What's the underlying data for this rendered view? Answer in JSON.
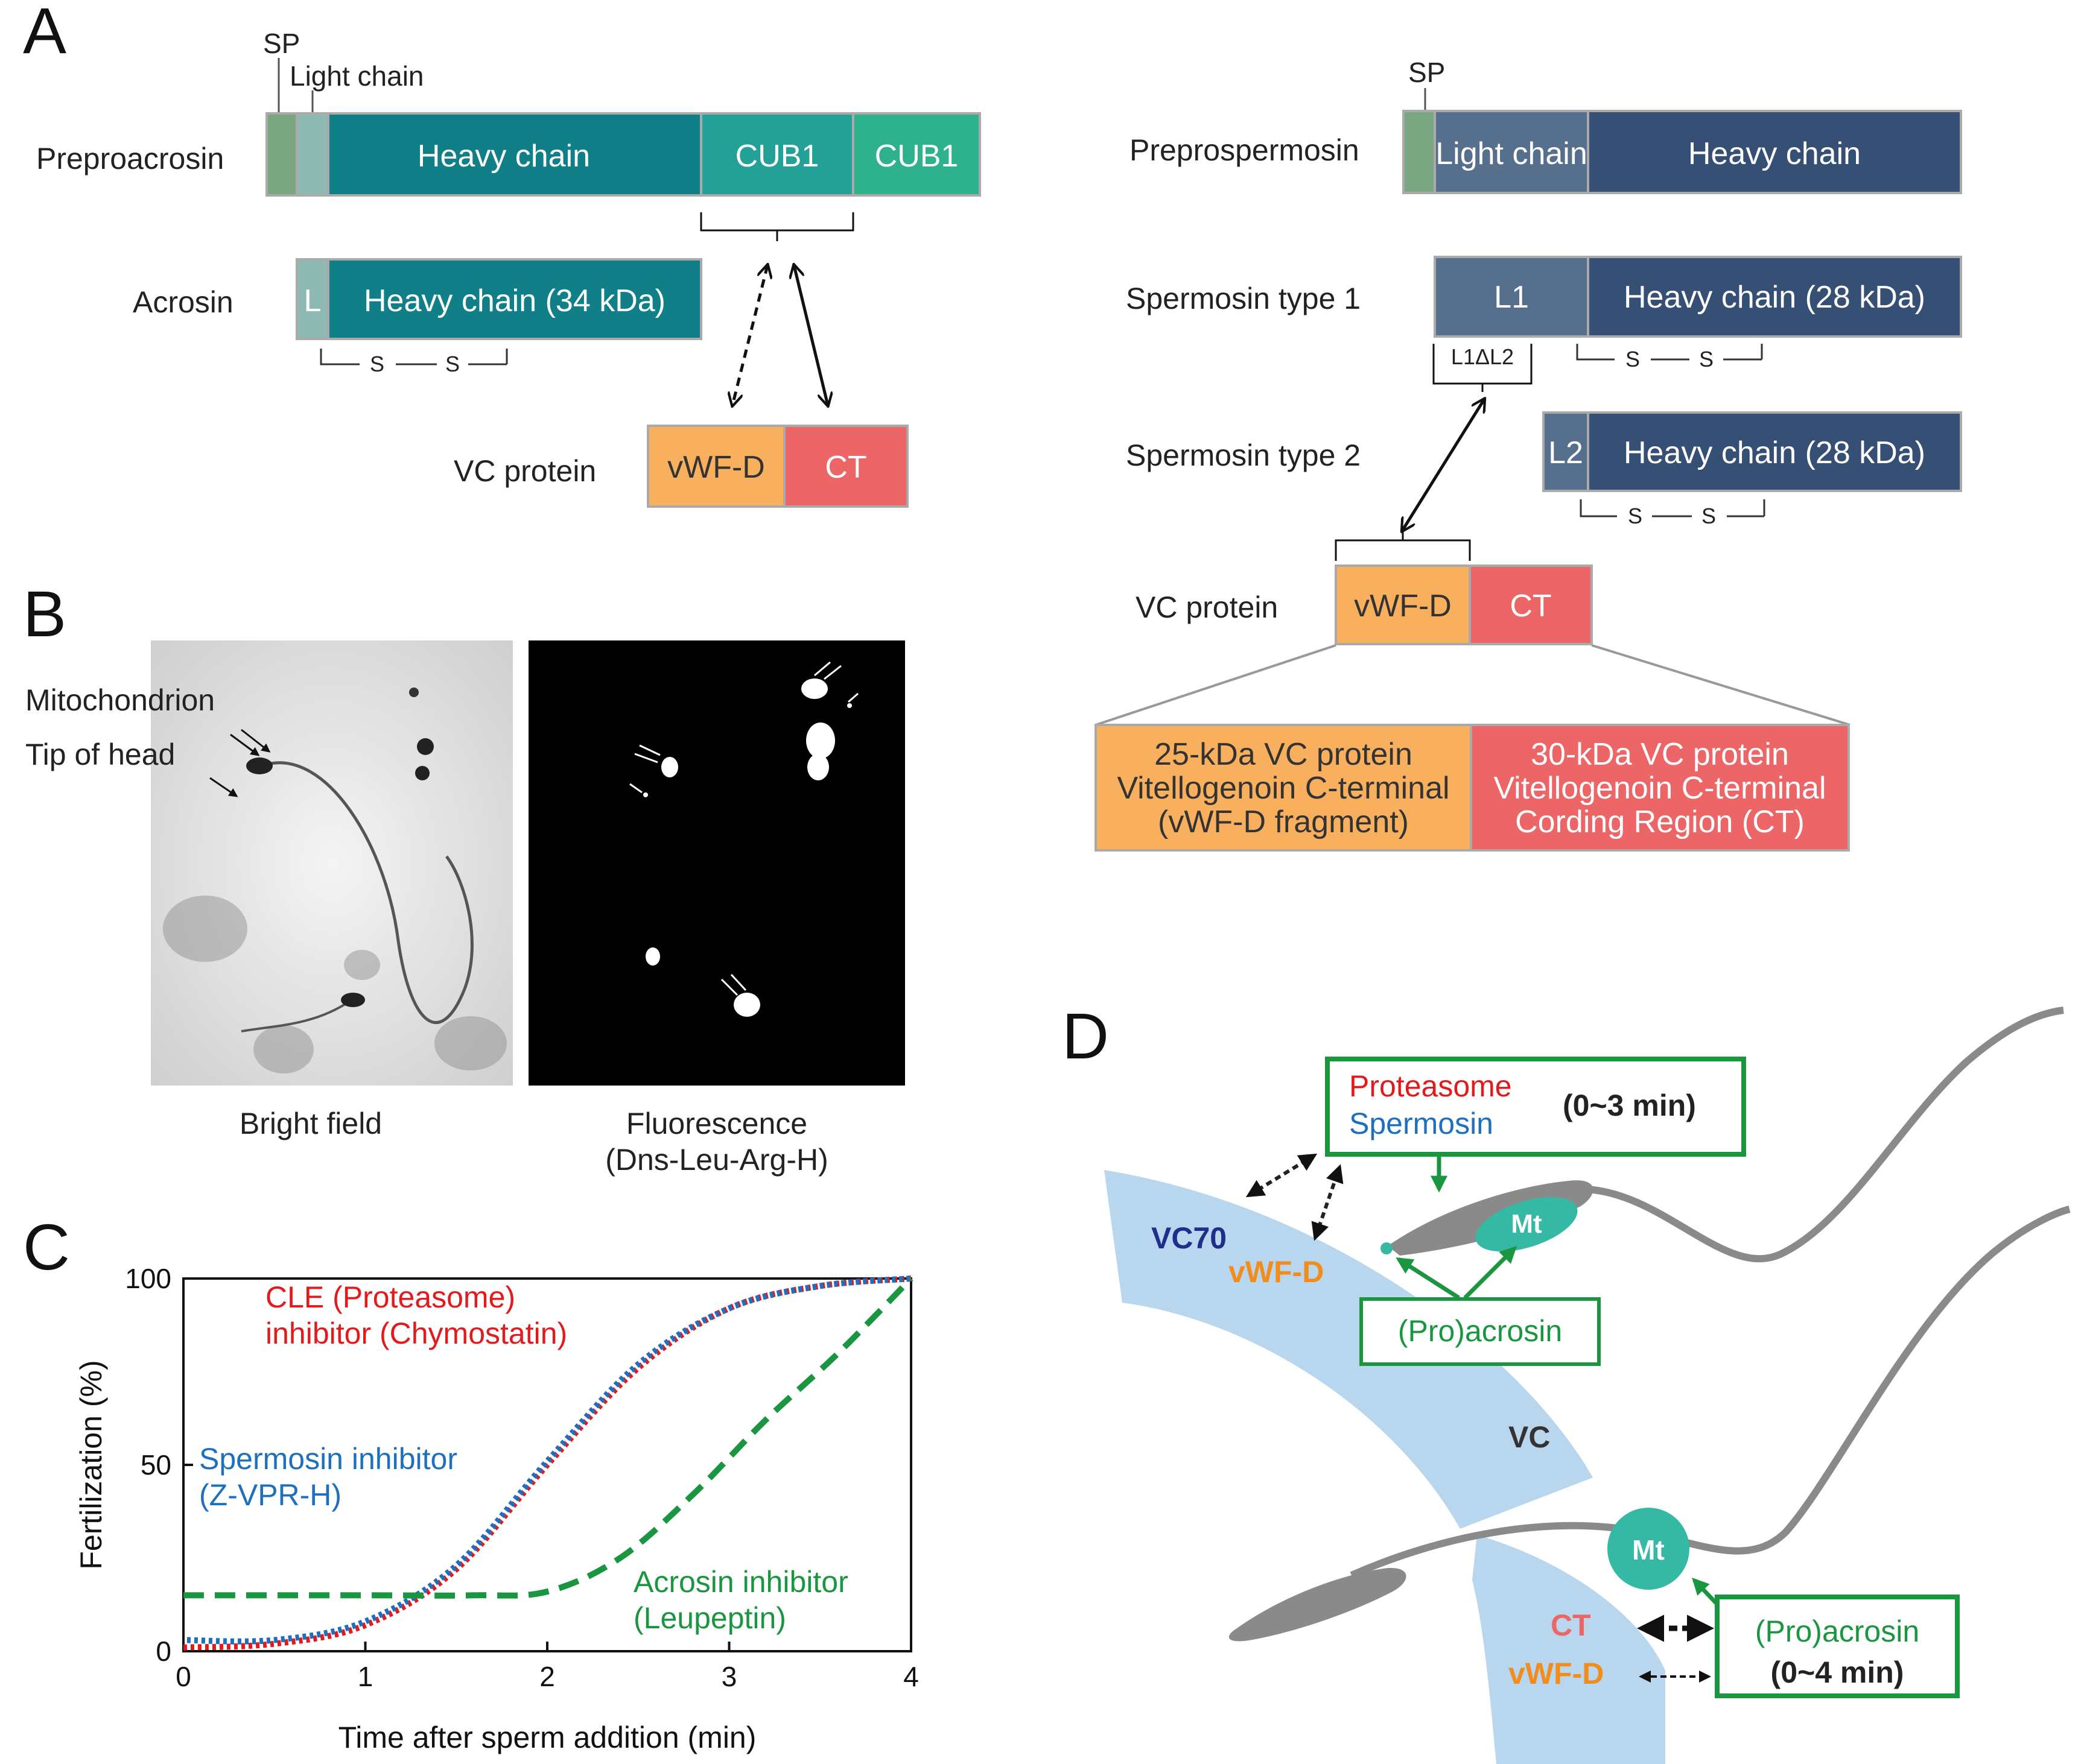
{
  "panel_labels": {
    "a": "A",
    "b": "B",
    "c": "C",
    "d": "D"
  },
  "panel_a": {
    "sp": "SP",
    "light_chain_label": "Light chain",
    "preproacrosin": {
      "name": "Preproacrosin",
      "heavy": "Heavy chain",
      "cub1_a": "CUB1",
      "cub1_b": "CUB1"
    },
    "acrosin": {
      "name": "Acrosin",
      "l": "L",
      "heavy": "Heavy chain (34 kDa)",
      "s1": "S",
      "s2": "S"
    },
    "vc_left": {
      "name": "VC protein",
      "vwfd": "vWF-D",
      "ct": "CT"
    },
    "prepro_spermosin": {
      "name": "Preprospermosin",
      "sp": "SP",
      "light": "Light chain",
      "heavy": "Heavy chain"
    },
    "spermosin1": {
      "name": "Spermosin type 1",
      "l1": "L1",
      "heavy": "Heavy chain (28 kDa)",
      "delta": "L1ΔL2",
      "s1": "S",
      "s2": "S"
    },
    "spermosin2": {
      "name": "Spermosin type 2",
      "l2": "L2",
      "heavy": "Heavy chain (28 kDa)",
      "s1": "S",
      "s2": "S"
    },
    "vc_right": {
      "name": "VC protein",
      "vwfd": "vWF-D",
      "ct": "CT",
      "frag25": [
        "25-kDa VC protein",
        "Vitellogenoin C-terminal",
        "(vWF-D fragment)"
      ],
      "frag30": [
        "30-kDa VC protein",
        "Vitellogenoin C-terminal",
        "Cording Region (CT)"
      ]
    }
  },
  "panel_b": {
    "mito": "Mitochondrion",
    "tip": "Tip of head",
    "bright": "Bright field",
    "fluor": "Fluorescence",
    "fluor2": "(Dns-Leu-Arg-H)"
  },
  "chart_data": {
    "type": "line",
    "xlabel": "Time after sperm addition (min)",
    "ylabel": "Fertilization (%)",
    "xlim": [
      0,
      4
    ],
    "ylim": [
      0,
      100
    ],
    "xticks": [
      "0",
      "1",
      "2",
      "3",
      "4"
    ],
    "yticks": [
      "0",
      "50",
      "100"
    ],
    "series": [
      {
        "name": "CLE (Proteasome) inhibitor (Chymostatin)",
        "color": "#e31a1c",
        "x": [
          0,
          0.5,
          1.0,
          1.5,
          2.0,
          2.5,
          3.0,
          3.5,
          4.0
        ],
        "y": [
          1,
          2,
          7,
          22,
          50,
          76,
          92,
          98,
          100
        ]
      },
      {
        "name": "Spermosin inhibitor (Z-VPR-H)",
        "color": "#1f6fbf",
        "x": [
          0,
          0.5,
          1.0,
          1.5,
          2.0,
          2.5,
          3.0,
          3.5,
          4.0
        ],
        "y": [
          3,
          3,
          8,
          23,
          51,
          77,
          92,
          98,
          100
        ]
      },
      {
        "name": "Acrosin inhibitor (Leupeptin)",
        "color": "#1a9641",
        "x": [
          0,
          1.0,
          1.6,
          2.0,
          2.4,
          2.8,
          3.2,
          3.6,
          4.0
        ],
        "y": [
          15,
          15,
          15,
          16,
          25,
          42,
          62,
          80,
          100
        ]
      }
    ],
    "annotations": [
      {
        "lines": [
          "CLE (Proteasome)",
          "inhibitor (Chymostatin)"
        ],
        "color": "#e31a1c"
      },
      {
        "lines": [
          "Spermosin inhibitor",
          "(Z-VPR-H)"
        ],
        "color": "#1f6fbf"
      },
      {
        "lines": [
          "Acrosin inhibitor",
          "(Leupeptin)"
        ],
        "color": "#1a9641"
      }
    ]
  },
  "panel_d": {
    "proteasome": "Proteasome",
    "spermosin": "Spermosin",
    "time1": "(0~3 min)",
    "vc70": "VC70",
    "vwfd1": "vWF-D",
    "mt1": "Mt",
    "proacrosin1": "(Pro)acrosin",
    "vc": "VC",
    "mt2": "Mt",
    "ct": "CT",
    "vwfd2": "vWF-D",
    "proacrosin2": "(Pro)acrosin",
    "time2": "(0~4 min)"
  }
}
